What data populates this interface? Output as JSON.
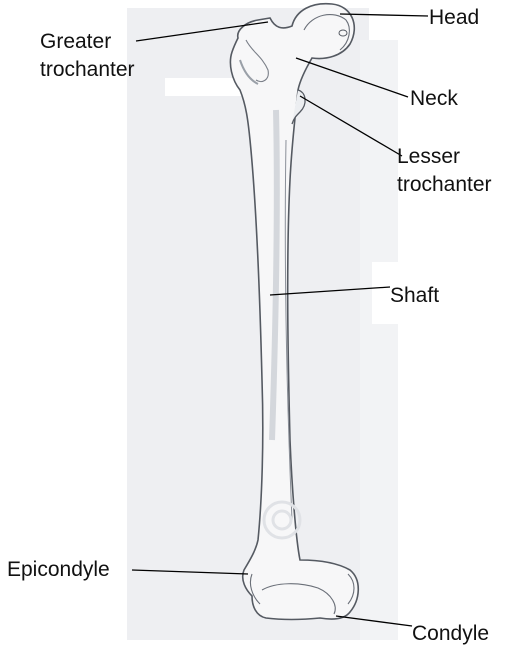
{
  "labels": {
    "head": "Head",
    "greater_trochanter": "Greater\ntrochanter",
    "neck": "Neck",
    "lesser_trochanter": "Lesser\ntrochanter",
    "shaft": "Shaft",
    "epicondyle": "Epicondyle",
    "condyle": "Condyle"
  },
  "colors": {
    "paper": "#eeeff2",
    "bone_fill": "#f7f7f8",
    "bone_outline": "#555a62",
    "leader_line": "#000000"
  }
}
